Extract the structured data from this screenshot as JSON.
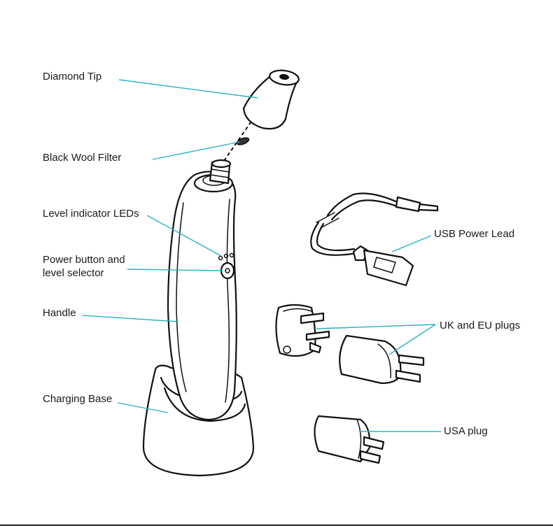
{
  "colors": {
    "leader": "#2bb3c0",
    "ink": "#111111",
    "background": "#ffffff"
  },
  "labels": {
    "diamond_tip": "Diamond Tip",
    "black_wool_filter": "Black Wool Filter",
    "level_indicator_leds": "Level indicator LEDs",
    "power_button_line1": "Power button and",
    "power_button_line2": "level selector",
    "handle": "Handle",
    "charging_base": "Charging Base",
    "usb_power_lead": "USB Power Lead",
    "uk_eu_plugs": "UK and EU plugs",
    "usa_plug": "USA plug"
  }
}
